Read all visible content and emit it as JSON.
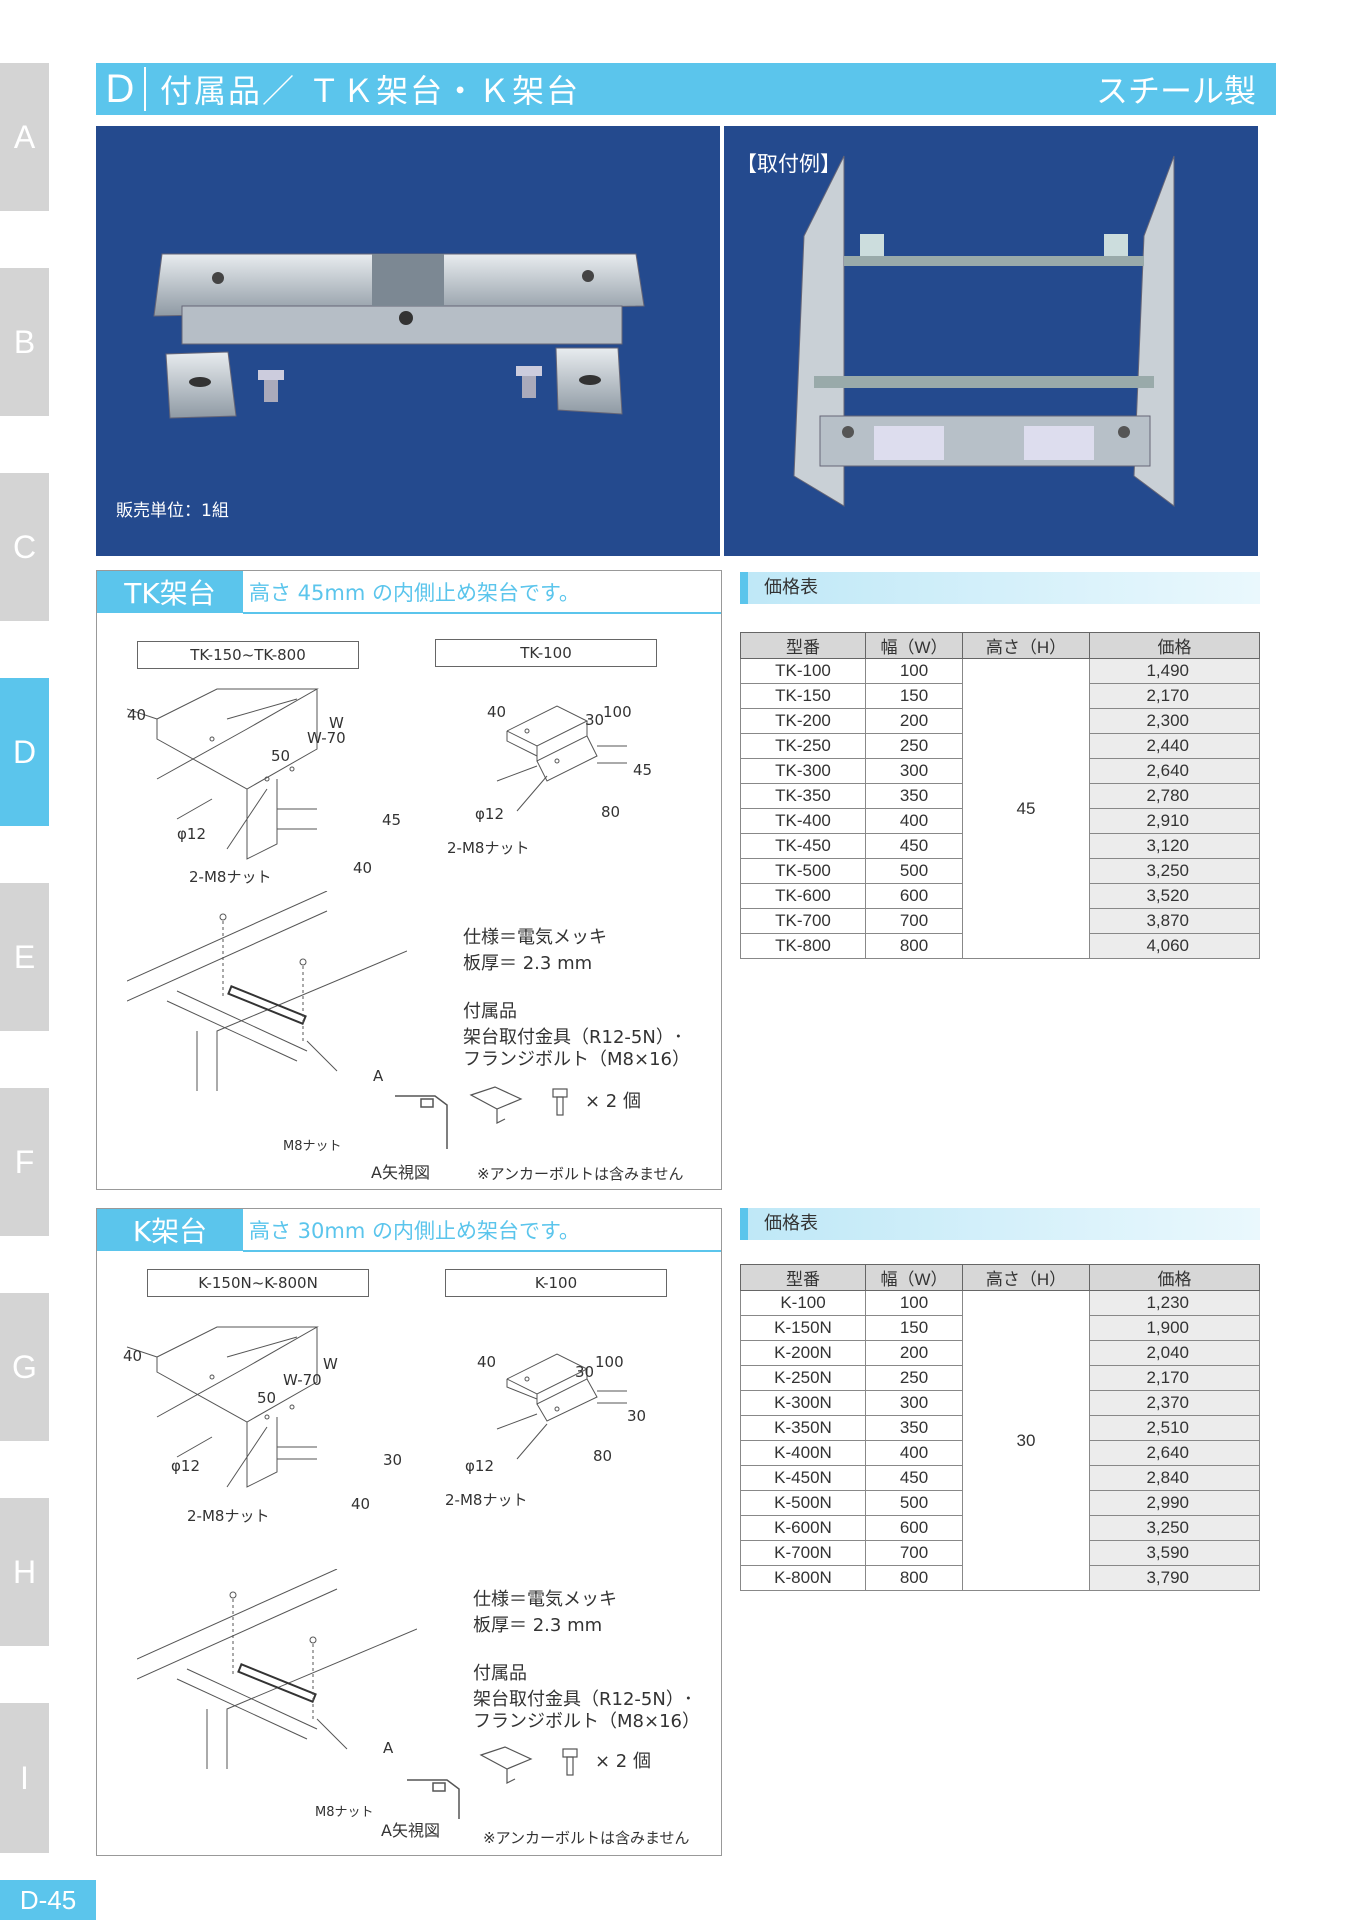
{
  "side_tabs": [
    "A",
    "B",
    "C",
    "D",
    "E",
    "F",
    "G",
    "H",
    "I"
  ],
  "active_tab": "D",
  "page_number": "D-45",
  "header": {
    "letter": "D",
    "title": "付属品／ ＴＫ架台・Ｋ架台",
    "material": "スチール製"
  },
  "photos": {
    "left_caption": "販売単位：1組",
    "right_label": "【取付例】"
  },
  "tk": {
    "tag": "TK架台",
    "description": "高さ 45mm の内側止め架台です。",
    "model_box_1": "TK-150~TK-800",
    "model_box_2": "TK-100",
    "dims_main": {
      "a": "40",
      "b": "W-70",
      "c": "W",
      "d": "50",
      "e": "45",
      "f": "40",
      "phi": "φ12",
      "nut": "2-M8ナット"
    },
    "dims_small": {
      "a": "40",
      "b": "30",
      "c": "100",
      "d": "45",
      "e": "80",
      "phi": "φ12",
      "nut": "2-M8ナット"
    },
    "spec_1": "仕様＝電気メッキ",
    "spec_2": "板厚＝ 2.3 mm",
    "acc_title": "付属品",
    "acc_1": "架台取付金具（R12-5N）･",
    "acc_2": "フランジボルト（M8×16）",
    "qty": "× 2 個",
    "arrow_a": "A",
    "m8": "M8ナット",
    "view": "A矢視図",
    "anchor_note": "※アンカーボルトは含みません"
  },
  "k": {
    "tag": "K架台",
    "description": "高さ 30mm の内側止め架台です。",
    "model_box_1": "K-150N~K-800N",
    "model_box_2": "K-100",
    "dims_main": {
      "a": "40",
      "b": "W-70",
      "c": "W",
      "d": "50",
      "e": "30",
      "f": "40",
      "phi": "φ12",
      "nut": "2-M8ナット"
    },
    "dims_small": {
      "a": "40",
      "b": "30",
      "c": "100",
      "d": "30",
      "e": "80",
      "phi": "φ12",
      "nut": "2-M8ナット"
    },
    "spec_1": "仕様＝電気メッキ",
    "spec_2": "板厚＝ 2.3 mm",
    "acc_title": "付属品",
    "acc_1": "架台取付金具（R12-5N）･",
    "acc_2": "フランジボルト（M8×16）",
    "qty": "× 2 個",
    "arrow_a": "A",
    "m8": "M8ナット",
    "view": "A矢視図",
    "anchor_note": "※アンカーボルトは含みません"
  },
  "price_tk": {
    "title": "価格表",
    "headers": [
      "型番",
      "幅（W）",
      "高さ（H）",
      "価格"
    ],
    "height": "45",
    "rows": [
      [
        "TK-100",
        "100",
        "1,490"
      ],
      [
        "TK-150",
        "150",
        "2,170"
      ],
      [
        "TK-200",
        "200",
        "2,300"
      ],
      [
        "TK-250",
        "250",
        "2,440"
      ],
      [
        "TK-300",
        "300",
        "2,640"
      ],
      [
        "TK-350",
        "350",
        "2,780"
      ],
      [
        "TK-400",
        "400",
        "2,910"
      ],
      [
        "TK-450",
        "450",
        "3,120"
      ],
      [
        "TK-500",
        "500",
        "3,250"
      ],
      [
        "TK-600",
        "600",
        "3,520"
      ],
      [
        "TK-700",
        "700",
        "3,870"
      ],
      [
        "TK-800",
        "800",
        "4,060"
      ]
    ]
  },
  "price_k": {
    "title": "価格表",
    "headers": [
      "型番",
      "幅（W）",
      "高さ（H）",
      "価格"
    ],
    "height": "30",
    "rows": [
      [
        "K-100",
        "100",
        "1,230"
      ],
      [
        "K-150N",
        "150",
        "1,900"
      ],
      [
        "K-200N",
        "200",
        "2,040"
      ],
      [
        "K-250N",
        "250",
        "2,170"
      ],
      [
        "K-300N",
        "300",
        "2,370"
      ],
      [
        "K-350N",
        "350",
        "2,510"
      ],
      [
        "K-400N",
        "400",
        "2,640"
      ],
      [
        "K-450N",
        "450",
        "2,840"
      ],
      [
        "K-500N",
        "500",
        "2,990"
      ],
      [
        "K-600N",
        "600",
        "3,250"
      ],
      [
        "K-700N",
        "700",
        "3,590"
      ],
      [
        "K-800N",
        "800",
        "3,790"
      ]
    ]
  }
}
